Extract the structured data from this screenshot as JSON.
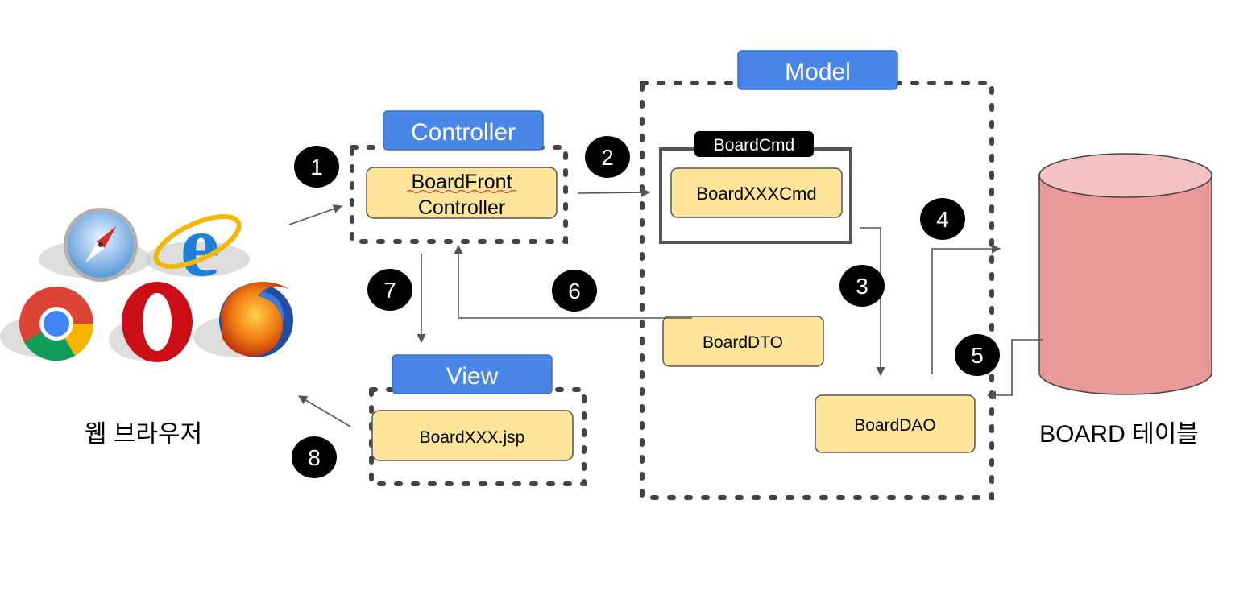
{
  "browser": {
    "label": "웹 브라우저",
    "icons": [
      "safari-icon",
      "internet-explorer-icon",
      "chrome-icon",
      "opera-icon",
      "firefox-icon"
    ]
  },
  "controller": {
    "header": "Controller",
    "box_line1": "BoardFront",
    "box_line2": "Controller"
  },
  "model": {
    "header": "Model",
    "cmd_tag": "BoardCmd",
    "cmd_box": "BoardXXXCmd",
    "dto_box": "BoardDTO",
    "dao_box": "BoardDAO"
  },
  "view": {
    "header": "View",
    "box": "BoardXXX.jsp"
  },
  "database": {
    "label": "BOARD 테이블"
  },
  "steps": [
    "1",
    "2",
    "3",
    "4",
    "5",
    "6",
    "7",
    "8"
  ],
  "colors": {
    "header_blue": "#4a86e8",
    "box_yellow": "#ffe599",
    "db_body": "#ea9999",
    "db_top": "#f4c2c2",
    "badge_black": "#000000",
    "arrow_gray": "#555555"
  }
}
